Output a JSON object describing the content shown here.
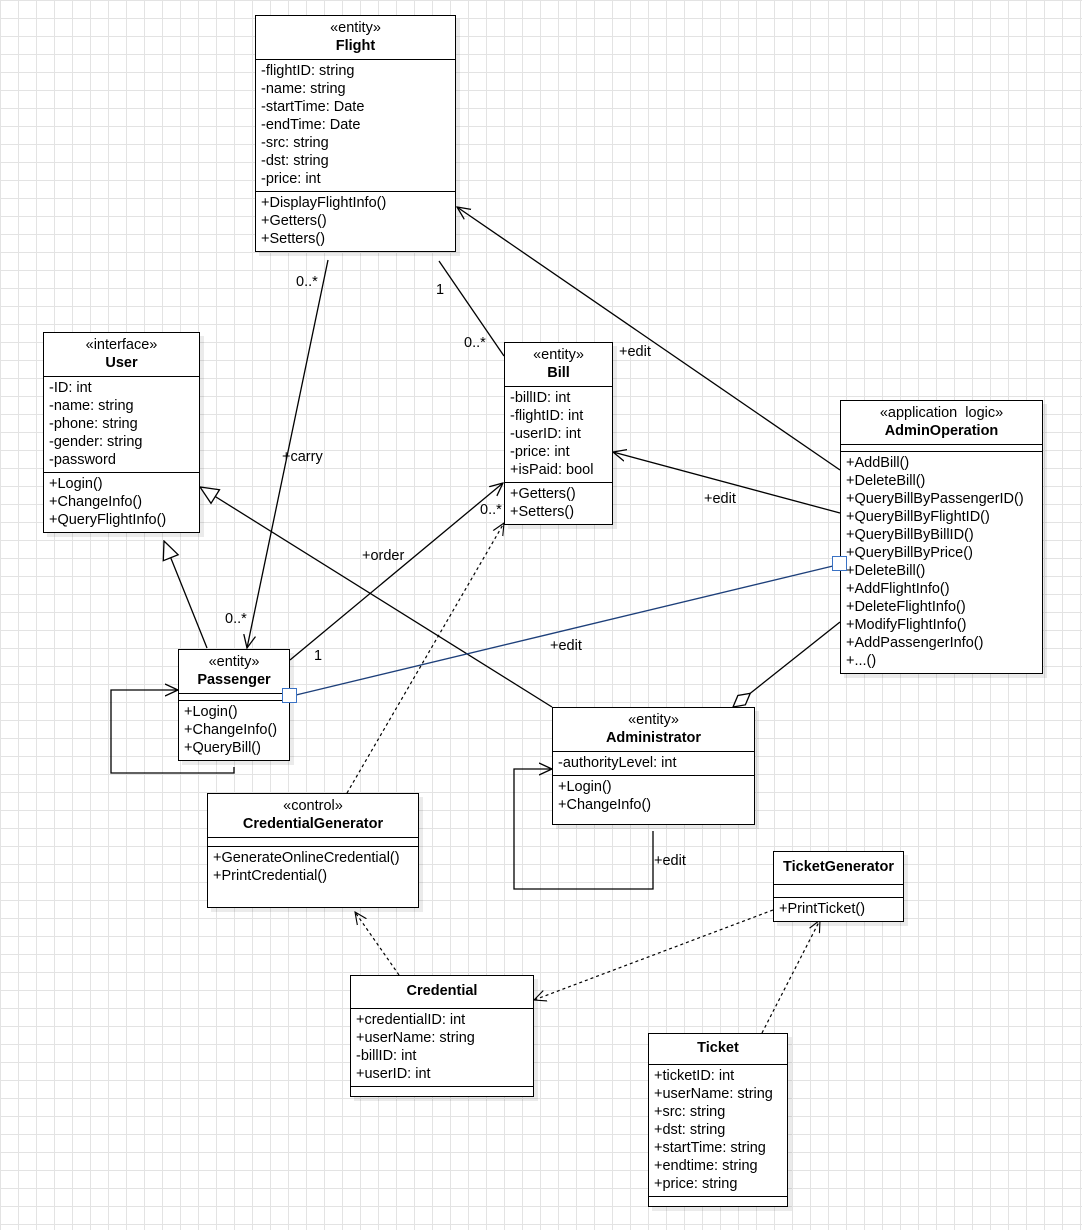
{
  "classes": {
    "flight": {
      "stereotype": "«entity»",
      "name": "Flight",
      "attributes": [
        "-flightID: string",
        "-name: string",
        "-startTime: Date",
        "-endTime: Date",
        "-src: string",
        "-dst: string",
        "-price: int"
      ],
      "operations": [
        "+DisplayFlightInfo()",
        "+Getters()",
        "+Setters()"
      ]
    },
    "user": {
      "stereotype": "«interface»",
      "name": "User",
      "attributes": [
        "-ID: int",
        "-name: string",
        "-phone: string",
        "-gender: string",
        "-password"
      ],
      "operations": [
        "+Login()",
        "+ChangeInfo()",
        "+QueryFlightInfo()"
      ]
    },
    "bill": {
      "stereotype": "«entity»",
      "name": "Bill",
      "attributes": [
        "-billID: int",
        "-flightID: int",
        "-userID: int",
        "-price: int",
        "+isPaid: bool"
      ],
      "operations": [
        "+Getters()",
        "+Setters()"
      ]
    },
    "admin_operation": {
      "stereotype": "«application  logic»",
      "name": "AdminOperation",
      "attributes": [],
      "operations": [
        "+AddBill()",
        "+DeleteBill()",
        "+QueryBillByPassengerID()",
        "+QueryBillByFlightID()",
        "+QueryBillByBillID()",
        "+QueryBillByPrice()",
        "+DeleteBill()",
        "+AddFlightInfo()",
        "+DeleteFlightInfo()",
        "+ModifyFlightInfo()",
        "+AddPassengerInfo()",
        "+...()"
      ]
    },
    "passenger": {
      "stereotype": "«entity»",
      "name": "Passenger",
      "attributes": [],
      "operations": [
        "+Login()",
        "+ChangeInfo()",
        "+QueryBill()"
      ]
    },
    "administrator": {
      "stereotype": "«entity»",
      "name": "Administrator",
      "attributes": [
        "-authorityLevel: int"
      ],
      "operations": [
        "+Login()",
        "+ChangeInfo()"
      ]
    },
    "credential_generator": {
      "stereotype": "«control»",
      "name": "CredentialGenerator",
      "attributes": [],
      "operations": [
        "+GenerateOnlineCredential()",
        "+PrintCredential()"
      ]
    },
    "ticket_generator": {
      "stereotype": "",
      "name": "TicketGenerator",
      "attributes": [],
      "operations": [
        "+PrintTicket()"
      ]
    },
    "credential": {
      "stereotype": "",
      "name": "Credential",
      "attributes": [
        "+credentialID: int",
        "+userName: string",
        "-billID: int",
        "+userID: int"
      ],
      "operations": []
    },
    "ticket": {
      "stereotype": "",
      "name": "Ticket",
      "attributes": [
        "+ticketID: int",
        "+userName: string",
        "+src: string",
        "+dst: string",
        "+startTime: string",
        "+endtime: string",
        "+price: string"
      ],
      "operations": []
    }
  },
  "labels": {
    "flight_carry_mult": "0..*",
    "carry": "+carry",
    "passenger_carry_mult": "0..*",
    "flight_bill_one": "1",
    "flight_bill_many": "0..*",
    "edit_flight": "+edit",
    "edit_bill": "+edit",
    "order": "+order",
    "order_bill_mult": "0..*",
    "order_passenger_mult": "1",
    "edit_passenger": "+edit",
    "edit_administrator": "+edit"
  }
}
